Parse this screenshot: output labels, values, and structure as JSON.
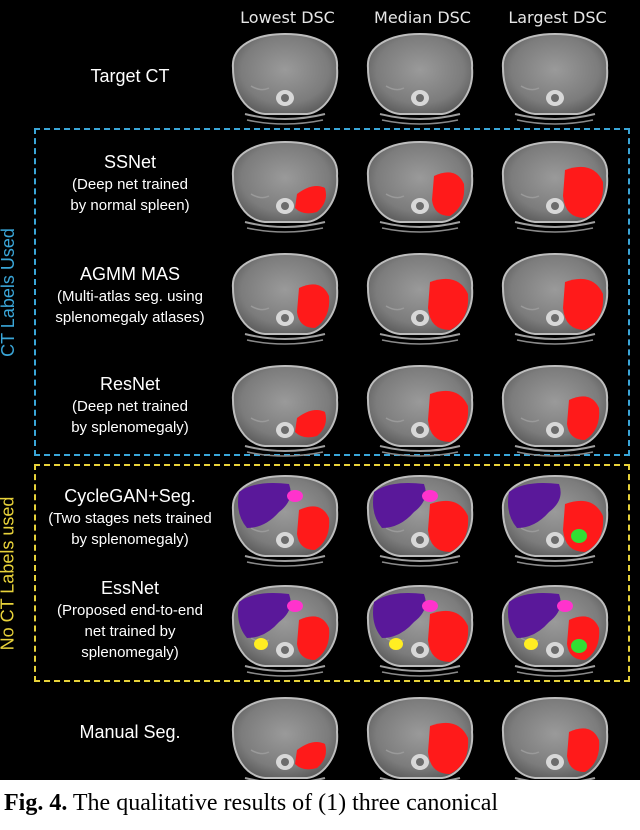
{
  "columns": [
    "Lowest DSC",
    "Median DSC",
    "Largest DSC"
  ],
  "rows": [
    {
      "id": "target",
      "label": "Target CT",
      "sub": []
    },
    {
      "id": "ssnet",
      "label": "SSNet",
      "sub": [
        "(Deep net trained",
        "by normal spleen)"
      ]
    },
    {
      "id": "agmm",
      "label": "AGMM MAS",
      "sub": [
        "(Multi-atlas seg. using",
        "splenomegaly atlases)"
      ]
    },
    {
      "id": "resnet",
      "label": "ResNet",
      "sub": [
        "(Deep net trained",
        "by splenomegaly)"
      ]
    },
    {
      "id": "cyclegan",
      "label": "CycleGAN+Seg.",
      "sub": [
        "(Two stages nets trained",
        "by splenomegaly)"
      ]
    },
    {
      "id": "essnet",
      "label": "EssNet",
      "sub": [
        "(Proposed end-to-end",
        "net trained by",
        "splenomegaly)"
      ]
    },
    {
      "id": "manual",
      "label": "Manual Seg.",
      "sub": []
    }
  ],
  "groups": [
    {
      "label": "CT Labels Used",
      "color": "#3aa6d8"
    },
    {
      "label": "No CT Labels used",
      "color": "#e8d23a"
    }
  ],
  "caption": {
    "prefix": "Fig. 4.",
    "text": " The qualitative results of (1) three canonical"
  },
  "colors": {
    "spleen": "#ff1a1a",
    "liver": "#5a189a",
    "stomach": "#ff33cc",
    "left_kidney": "#33dd33",
    "other_organ": "#ffee22"
  }
}
